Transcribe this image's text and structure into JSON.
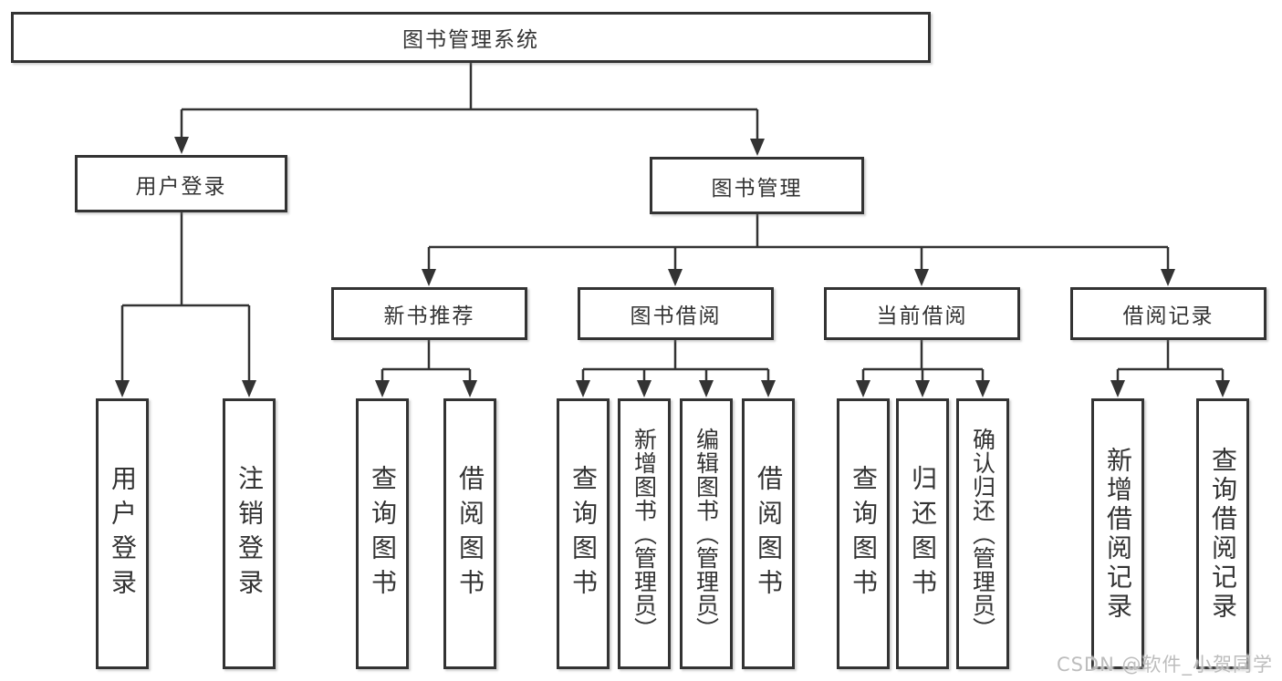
{
  "diagram": {
    "root": {
      "label": "图书管理系统"
    },
    "branches": [
      {
        "label": "用户登录",
        "children": [
          {
            "label": "用户登录"
          },
          {
            "label": "注销登录"
          }
        ]
      },
      {
        "label": "图书管理",
        "children": [
          {
            "label": "新书推荐",
            "children": [
              {
                "label": "查询图书"
              },
              {
                "label": "借阅图书"
              }
            ]
          },
          {
            "label": "图书借阅",
            "children": [
              {
                "label": "查询图书"
              },
              {
                "label": "新增图书（管理员）"
              },
              {
                "label": "编辑图书（管理员）"
              },
              {
                "label": "借阅图书"
              }
            ]
          },
          {
            "label": "当前借阅",
            "children": [
              {
                "label": "查询图书"
              },
              {
                "label": "归还图书"
              },
              {
                "label": "确认归还（管理员）"
              }
            ]
          },
          {
            "label": "借阅记录",
            "children": [
              {
                "label": "新增借阅记录"
              },
              {
                "label": "查询借阅记录"
              }
            ]
          }
        ]
      }
    ]
  },
  "watermark": {
    "text": "CSDN @软件_小贺同学"
  },
  "colors": {
    "line": "#333333",
    "border": "#333333",
    "text": "#333333",
    "watermark": "#bdbdbd",
    "background": "#ffffff"
  }
}
